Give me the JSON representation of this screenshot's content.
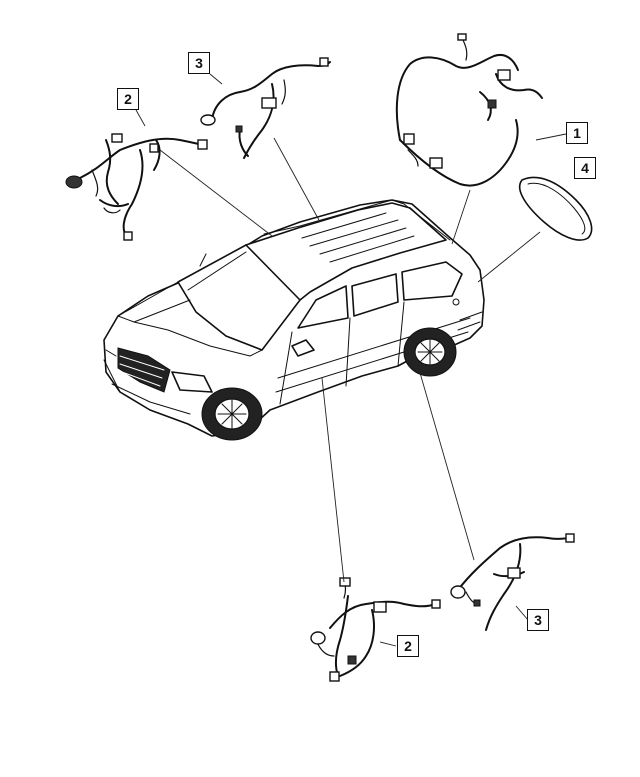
{
  "callouts": [
    {
      "id": "c1",
      "label": "1"
    },
    {
      "id": "c2a",
      "label": "2"
    },
    {
      "id": "c3a",
      "label": "3"
    },
    {
      "id": "c4",
      "label": "4"
    },
    {
      "id": "c2b",
      "label": "2"
    },
    {
      "id": "c3b",
      "label": "3"
    }
  ]
}
